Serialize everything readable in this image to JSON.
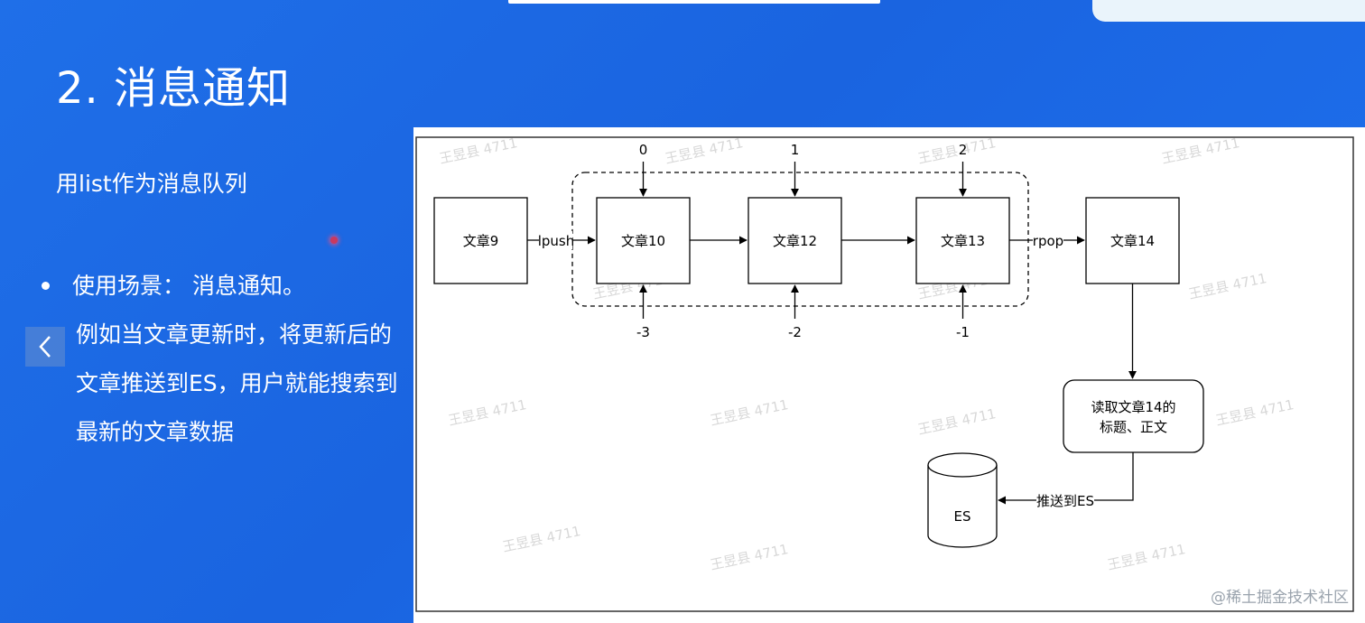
{
  "slide": {
    "title": "2. 消息通知",
    "subtitle": "用list作为消息队列",
    "bullet_label": "使用场景： 消息通知。",
    "bullet_body": "例如当文章更新时，将更新后的文章推送到ES，用户就能搜索到最新的文章数据"
  },
  "nav": {
    "prev_icon": "chevron-left-icon",
    "next_icon": "chevron-right-icon"
  },
  "diagram": {
    "nodes": {
      "a9": "文章9",
      "a10": "文章10",
      "a12": "文章12",
      "a13": "文章13",
      "a14": "文章14",
      "read": [
        "读取文章14的",
        "标题、正文"
      ],
      "es": "ES"
    },
    "edges": {
      "lpush": "lpush",
      "rpop": "rpop",
      "push_es": "推送到ES"
    },
    "indices_top": [
      "0",
      "1",
      "2"
    ],
    "indices_bottom": [
      "-3",
      "-2",
      "-1"
    ],
    "watermark": "王昱县 4711",
    "credit": "@稀土掘金技术社区"
  }
}
